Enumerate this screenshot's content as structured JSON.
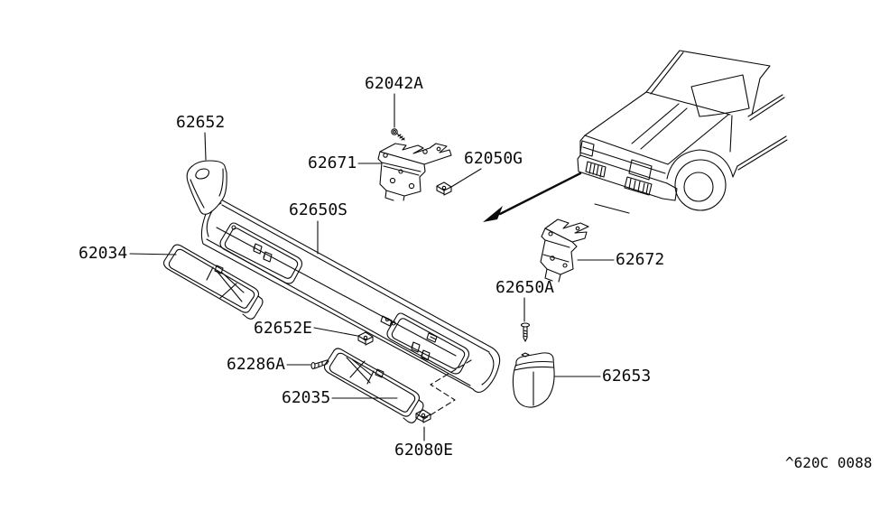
{
  "diagram": {
    "code": "^620C 0088",
    "colors": {
      "line": "#0a0a0a",
      "background": "#ffffff"
    },
    "labels": [
      {
        "id": "62042A",
        "text": "62042A"
      },
      {
        "id": "62652",
        "text": "62652"
      },
      {
        "id": "62671",
        "text": "62671"
      },
      {
        "id": "62050G",
        "text": "62050G"
      },
      {
        "id": "62650S",
        "text": "62650S"
      },
      {
        "id": "62034",
        "text": "62034"
      },
      {
        "id": "62672",
        "text": "62672"
      },
      {
        "id": "62650A",
        "text": "62650A"
      },
      {
        "id": "62652E",
        "text": "62652E"
      },
      {
        "id": "62286A",
        "text": "62286A"
      },
      {
        "id": "62653",
        "text": "62653"
      },
      {
        "id": "62035",
        "text": "62035"
      },
      {
        "id": "62080E",
        "text": "62080E"
      }
    ]
  }
}
